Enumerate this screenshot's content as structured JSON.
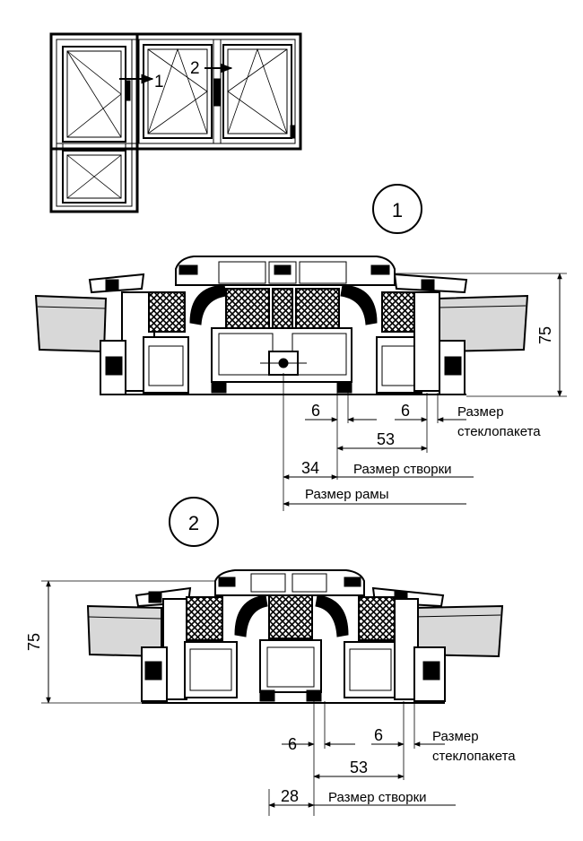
{
  "elevation": {
    "marker_1": "1",
    "marker_2": "2"
  },
  "section_1": {
    "callout": "1",
    "height_dim": "75",
    "gap_left": "6",
    "gap_right": "6",
    "glass_unit_label_1": "Размер",
    "glass_unit_label_2": "стеклопакета",
    "dim_53": "53",
    "dim_34": "34",
    "sash_size_label": "Размер створки",
    "frame_size_label": "Размер рамы"
  },
  "section_2": {
    "callout": "2",
    "height_dim": "75",
    "gap_left": "6",
    "gap_right": "6",
    "glass_unit_label_1": "Размер",
    "glass_unit_label_2": "стеклопакета",
    "dim_53": "53",
    "dim_28": "28",
    "sash_size_label": "Размер створки"
  }
}
